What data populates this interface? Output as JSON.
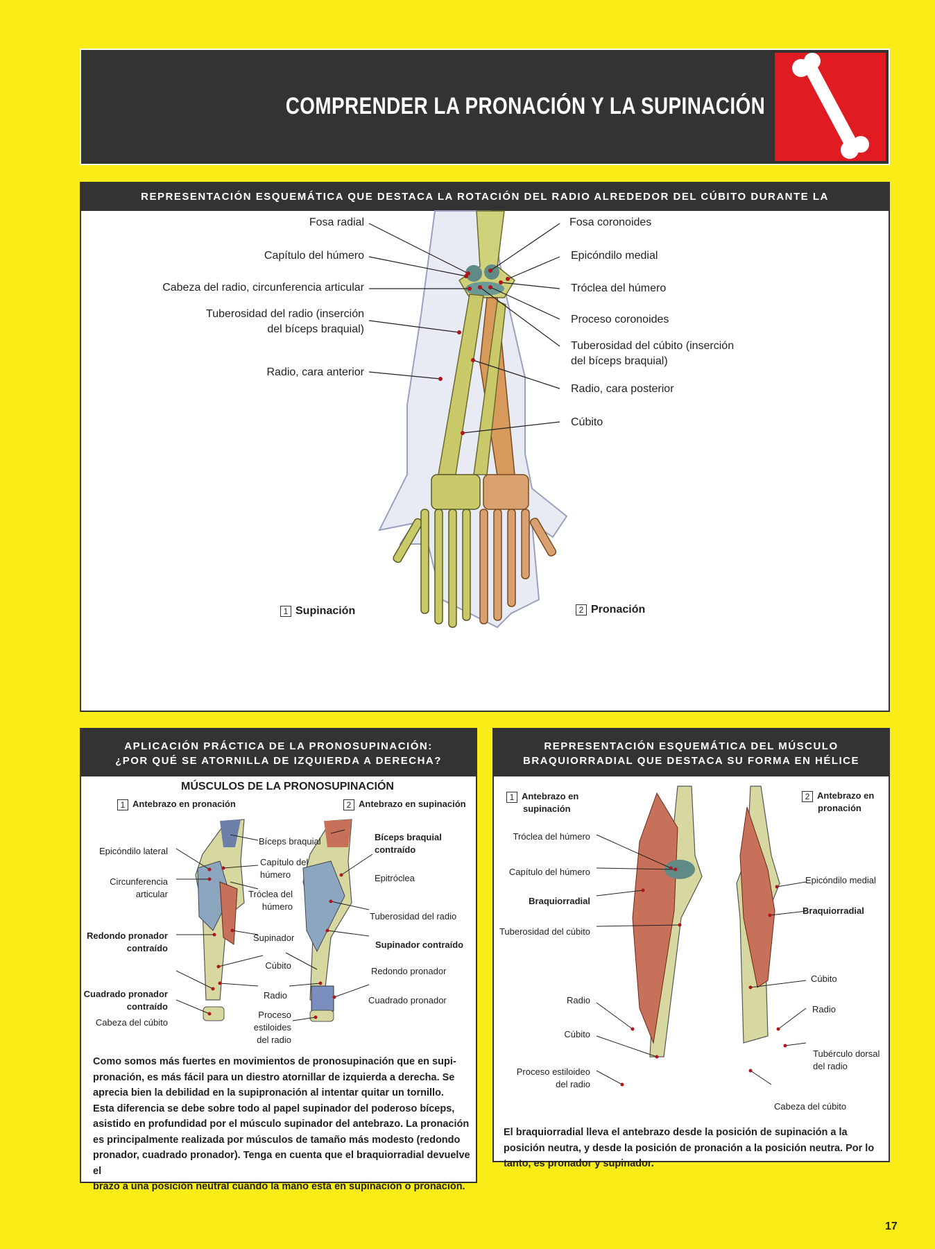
{
  "header": {
    "title": "COMPRENDER LA PRONACIÓN Y LA SUPINACIÓN",
    "icon": "bone-icon"
  },
  "panel1": {
    "title": "REPRESENTACIÓN ESQUEMÁTICA QUE DESTACA LA ROTACIÓN DEL RADIO ALREDEDOR DEL CÚBITO DURANTE LA PRONOSUPINACIÓN",
    "left_labels": [
      "Fosa radial",
      "Capítulo del húmero",
      "Cabeza del radio, circunferencia articular",
      "Tuberosidad del radio (inserción",
      "del bíceps braquial)",
      "Radio, cara anterior"
    ],
    "right_labels": [
      "Fosa coronoides",
      "Epicóndilo medial",
      "Tróclea del húmero",
      "Proceso coronoides",
      "Tuberosidad del cúbito (inserción",
      "del bíceps braquial)",
      "Radio, cara posterior",
      "Cúbito"
    ],
    "caption1_num": "1",
    "caption1": "Supinación",
    "caption2_num": "2",
    "caption2": "Pronación"
  },
  "panel2": {
    "title_line1": "APLICACIÓN PRÁCTICA DE LA PRONOSUPINACIÓN:",
    "title_line2": "¿POR QUÉ SE ATORNILLA DE IZQUIERDA A DERECHA?",
    "subtitle": "MÚSCULOS DE LA PRONOSUPINACIÓN",
    "fig1_num": "1",
    "fig1_label": "Antebrazo en pronación",
    "fig2_num": "2",
    "fig2_label": "Antebrazo en supinación",
    "labels": {
      "epicondilo_lateral": "Epicóndilo lateral",
      "circunferencia_1": "Circunferencia",
      "circunferencia_2": "articular",
      "redondo_contraido_1": "Redondo pronador",
      "redondo_contraido_2": "contraído",
      "cuadrado_contraido_1": "Cuadrado pronador",
      "cuadrado_contraido_2": "contraído",
      "cabeza_cubito": "Cabeza del cúbito",
      "biceps": "Bíceps braquial",
      "capitulo_1": "Capítulo del",
      "capitulo_2": "húmero",
      "troclea_1": "Tróclea del",
      "troclea_2": "húmero",
      "supinador": "Supinador",
      "cubito": "Cúbito",
      "radio": "Radio",
      "proceso_1": "Proceso",
      "proceso_2": "estiloides",
      "proceso_3": "del radio",
      "biceps_contraido_1": "Bíceps braquial",
      "biceps_contraido_2": "contraído",
      "epitroclea": "Epitróclea",
      "tuberosidad_radio": "Tuberosidad del radio",
      "supinador_contraido": "Supinador contraído",
      "redondo_pronador": "Redondo pronador",
      "cuadrado_pronador": "Cuadrado pronador"
    },
    "paragraph": [
      "Como somos más fuertes en movimientos de pronosupinación que en supi-",
      "pronación, es más fácil para un diestro atornillar de izquierda a derecha. Se",
      "aprecia bien la debilidad en la supipronación al intentar quitar un tornillo.",
      "Esta diferencia se debe sobre todo al papel supinador del poderoso bíceps,",
      "asistido en profundidad por el músculo supinador del antebrazo. La pronación",
      "es principalmente realizada por músculos de tamaño más modesto (redondo",
      "pronador, cuadrado pronador). Tenga en cuenta que el braquiorradial devuelve el",
      "brazo a una posición neutral cuando la mano está en supinación o pronación."
    ]
  },
  "panel3": {
    "title_line1": "REPRESENTACIÓN ESQUEMÁTICA DEL MÚSCULO",
    "title_line2": "BRAQUIORRADIAL QUE DESTACA SU FORMA EN HÉLICE",
    "fig1_num": "1",
    "fig1_label_1": "Antebrazo en",
    "fig1_label_2": "supinación",
    "fig2_num": "2",
    "fig2_label_1": "Antebrazo en",
    "fig2_label_2": "pronación",
    "labels": {
      "troclea": "Tróclea del húmero",
      "capitulo": "Capítulo del húmero",
      "braquiorradial": "Braquiorradial",
      "tuberosidad_cubito": "Tuberosidad del cúbito",
      "radio": "Radio",
      "cubito": "Cúbito",
      "proceso_1": "Proceso estiloideo",
      "proceso_2": "del radio",
      "epicondilo_medial": "Epicóndilo medial",
      "braquiorradial_r": "Braquiorradial",
      "cubito_r": "Cúbito",
      "radio_r": "Radio",
      "tuberculo_1": "Tubérculo dorsal",
      "tuberculo_2": "del radio",
      "cabeza_cubito": "Cabeza del cúbito"
    },
    "paragraph": [
      "El braquiorradial lleva el antebrazo desde la posición de supinación a la",
      "posición neutra, y desde la posición de pronación a la posición neutra. Por lo",
      "tanto, es pronador y supinador."
    ]
  },
  "page_number": "17",
  "colors": {
    "background": "#f9ec17",
    "header": "#333333",
    "accent": "#e01b22",
    "bone": "#c9c96a",
    "muscle": "#c7705a",
    "marker": "#b0151c"
  }
}
